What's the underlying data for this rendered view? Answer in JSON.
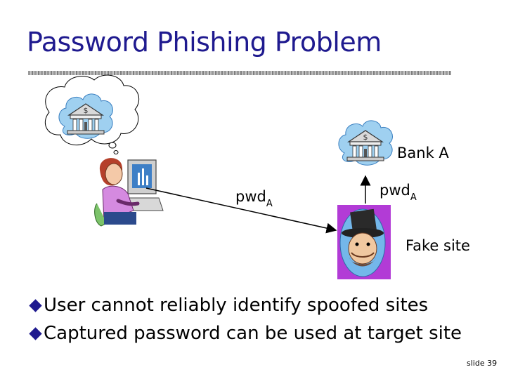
{
  "slide": {
    "title": "Password Phishing Problem",
    "labels": {
      "bank": "Bank A",
      "pwd_left": "pwd",
      "pwd_left_sub": "A",
      "pwd_right": "pwd",
      "pwd_right_sub": "A",
      "fake_site": "Fake site"
    },
    "bullets": [
      "User cannot reliably identify spoofed sites",
      "Captured password can be used at target site"
    ],
    "slide_number": "slide 39"
  },
  "colors": {
    "title": "#1f1a8f",
    "bullet": "#1f1a8f",
    "fake_frame": "#b23bd6"
  },
  "icons": [
    "thought-bubble-icon",
    "bank-icon",
    "user-at-computer-icon",
    "phisher-icon",
    "diamond-bullet-icon"
  ]
}
